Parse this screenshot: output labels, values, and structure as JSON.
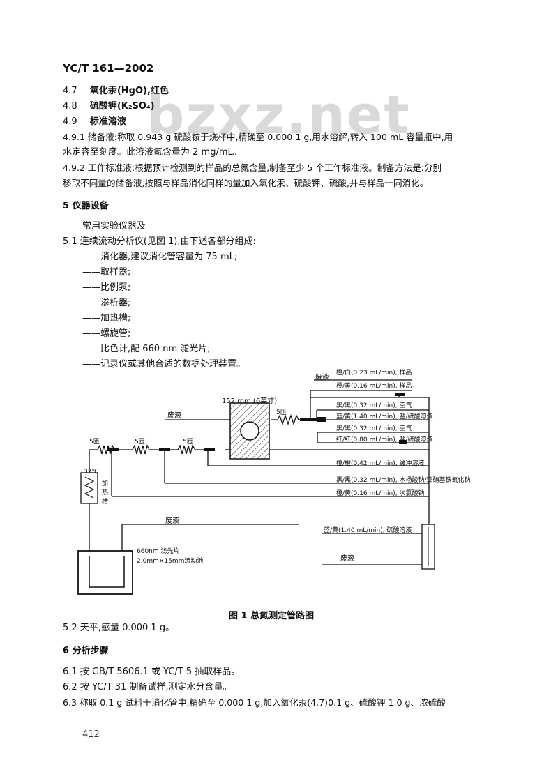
{
  "header": {
    "doc_id": "YC/T 161—2002"
  },
  "watermark": "bzxz.net",
  "sec4": {
    "l47_num": "4.7",
    "l47_text": "氧化汞(HgO),红色",
    "l48_num": "4.8",
    "l48_text": "硫酸钾(K₂SO₄)",
    "l49_num": "4.9",
    "l49_text": "标准溶液",
    "l491_a": "4.9.1  储备液:称取 0.943 g 硫酸铵于烧杯中,精确至 0.000 1 g,用水溶解,转入 100 mL 容量瓶中,用",
    "l491_b": "水定容至刻度。此溶液氮含量为 2 mg/mL。",
    "l492_a": "4.9.2  工作标准液:根据预计检测到的样品的总氮含量,制备至少 5 个工作标准液。制备方法是:分别",
    "l492_b": "移取不同量的储备液,按照与样品消化同样的量加入氧化汞、硫酸钾、硫酸,并与样品一同消化。"
  },
  "sec5": {
    "title": "5  仪器设备",
    "intro": "常用实验仪器及",
    "l51": "5.1  连续流动分析仪(见图 1),由下述各部分组成:",
    "items": [
      "——消化器,建议消化管容量为 75 mL;",
      "——取样器;",
      "——比例泵;",
      "——渗析器;",
      "——加热槽;",
      "——螺旋管;",
      "——比色计,配 660 nm 滤光片;",
      "——记录仪或其他合适的数据处理装置。"
    ],
    "l52": "5.2  天平,感量 0.000 1 g。"
  },
  "figure": {
    "caption": "图 1  总氮测定管路图",
    "dialyzer_label": "152 mm (6英寸)",
    "waste_left": "废液",
    "waste_top": "废液",
    "waste_mid": "废液",
    "waste_bottom": "废液",
    "coil_5_top": "5匝",
    "coil_5_a": "5匝",
    "coil_5_b": "5匝",
    "coil_5_c": "5匝",
    "heater": [
      "37℃",
      "加",
      "热",
      "槽"
    ],
    "flowcell": [
      "660nm 滤光片",
      "2.0mm×15mm流动池"
    ],
    "tubes": [
      "橙/白(0.23 mL/min), 样品",
      "橙/黄(0.16 mL/min), 样品",
      "黑/黑(0.32 mL/min), 空气",
      "蓝/黄(1.40 mL/min), 盐/硫酸溶液",
      "黑/黑(0.32 mL/min), 空气",
      "红/红(0.80 mL/min), 盐/硫酸溶液",
      "橙/橙(0.42 mL/min), 缓冲溶液",
      "黑/黑(0.32 mL/min), 水杨酸钠/亚硝基铁氰化钠",
      "橙/黄(0.16 mL/min), 次氯酸钠",
      "蓝/黄(1.40 mL/min), 硫酸溶液"
    ]
  },
  "sec6": {
    "title": "6  分析步骤",
    "l61": "6.1  按 GB/T 5606.1 或 YC/T 5 抽取样品。",
    "l62": "6.2  按 YC/T 31 制备试样,测定水分含量。",
    "l63": "6.3  称取 0.1 g 试料于消化管中,精确至 0.000 1 g,加入氧化汞(4.7)0.1 g、硫酸钾 1.0 g、浓硫酸"
  },
  "footer": {
    "page_number": "412"
  }
}
